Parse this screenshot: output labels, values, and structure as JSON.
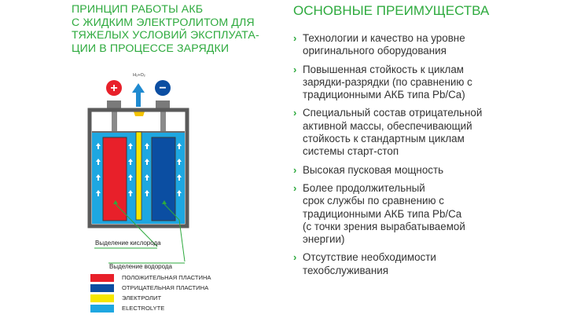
{
  "left_title": {
    "lines": [
      "ПРИНЦИП РАБОТЫ АКБ",
      "С ЖИДКИМ ЭЛЕКТРОЛИТОМ ДЛЯ",
      "ТЯЖЕЛЫХ УСЛОВИЙ ЭКСПЛУАТА-",
      "ЦИИ В ПРОЦЕССЕ ЗАРЯДКИ"
    ]
  },
  "right_title": "ОСНОВНЫЕ ПРЕИМУЩЕСТВА",
  "advantages": [
    {
      "lines": [
        "Технологии и качество на уровне",
        "оригинального оборудования"
      ]
    },
    {
      "lines": [
        "Повышенная стойкость к циклам",
        "зарядки-разрядки (по сравнению с",
        "традиционными АКБ типа Pb/Ca)"
      ]
    },
    {
      "lines": [
        "Специальный состав отрицательной",
        "активной массы, обеспечивающий",
        "стойкость к стандартным циклам",
        "системы старт-стоп"
      ]
    },
    {
      "lines": [
        "Высокая пусковая мощность"
      ]
    },
    {
      "lines": [
        "Более продолжительный",
        "срок службы по сравнению с",
        "традиционными АКБ типа Pb/Ca",
        "(с точки зрения вырабатываемой",
        "энергии)"
      ]
    },
    {
      "lines": [
        "Отсутствие необходимости",
        "техобслуживания"
      ]
    }
  ],
  "bullet_glyph": "›",
  "diagram": {
    "gas_label": "H₂+O₂",
    "plus_symbol": "+",
    "minus_symbol": "−",
    "oxygen_label": "Выделение кислорода",
    "hydrogen_label": "Выделение водорода"
  },
  "legend": [
    {
      "label": "ПОЛОЖИТЕЛЬНАЯ ПЛАСТИНА",
      "color": "#e8202a"
    },
    {
      "label": "ОТРИЦАТЕЛЬНАЯ ПЛАСТИНА",
      "color": "#0b4ea2"
    },
    {
      "label": "ЭЛЕКТРОЛИТ",
      "color": "#f5e600"
    },
    {
      "label": "ELECTROLYTE",
      "color": "#1ea7e1"
    }
  ],
  "colors": {
    "accent_green": "#2eaa3e",
    "text": "#333333",
    "electrolyte_blue": "#1ea7e1",
    "plus_red": "#e8202a",
    "minus_blue": "#0b4ea2",
    "arrow_blue": "#1f8ad0",
    "casing": "#5a5a5a"
  }
}
